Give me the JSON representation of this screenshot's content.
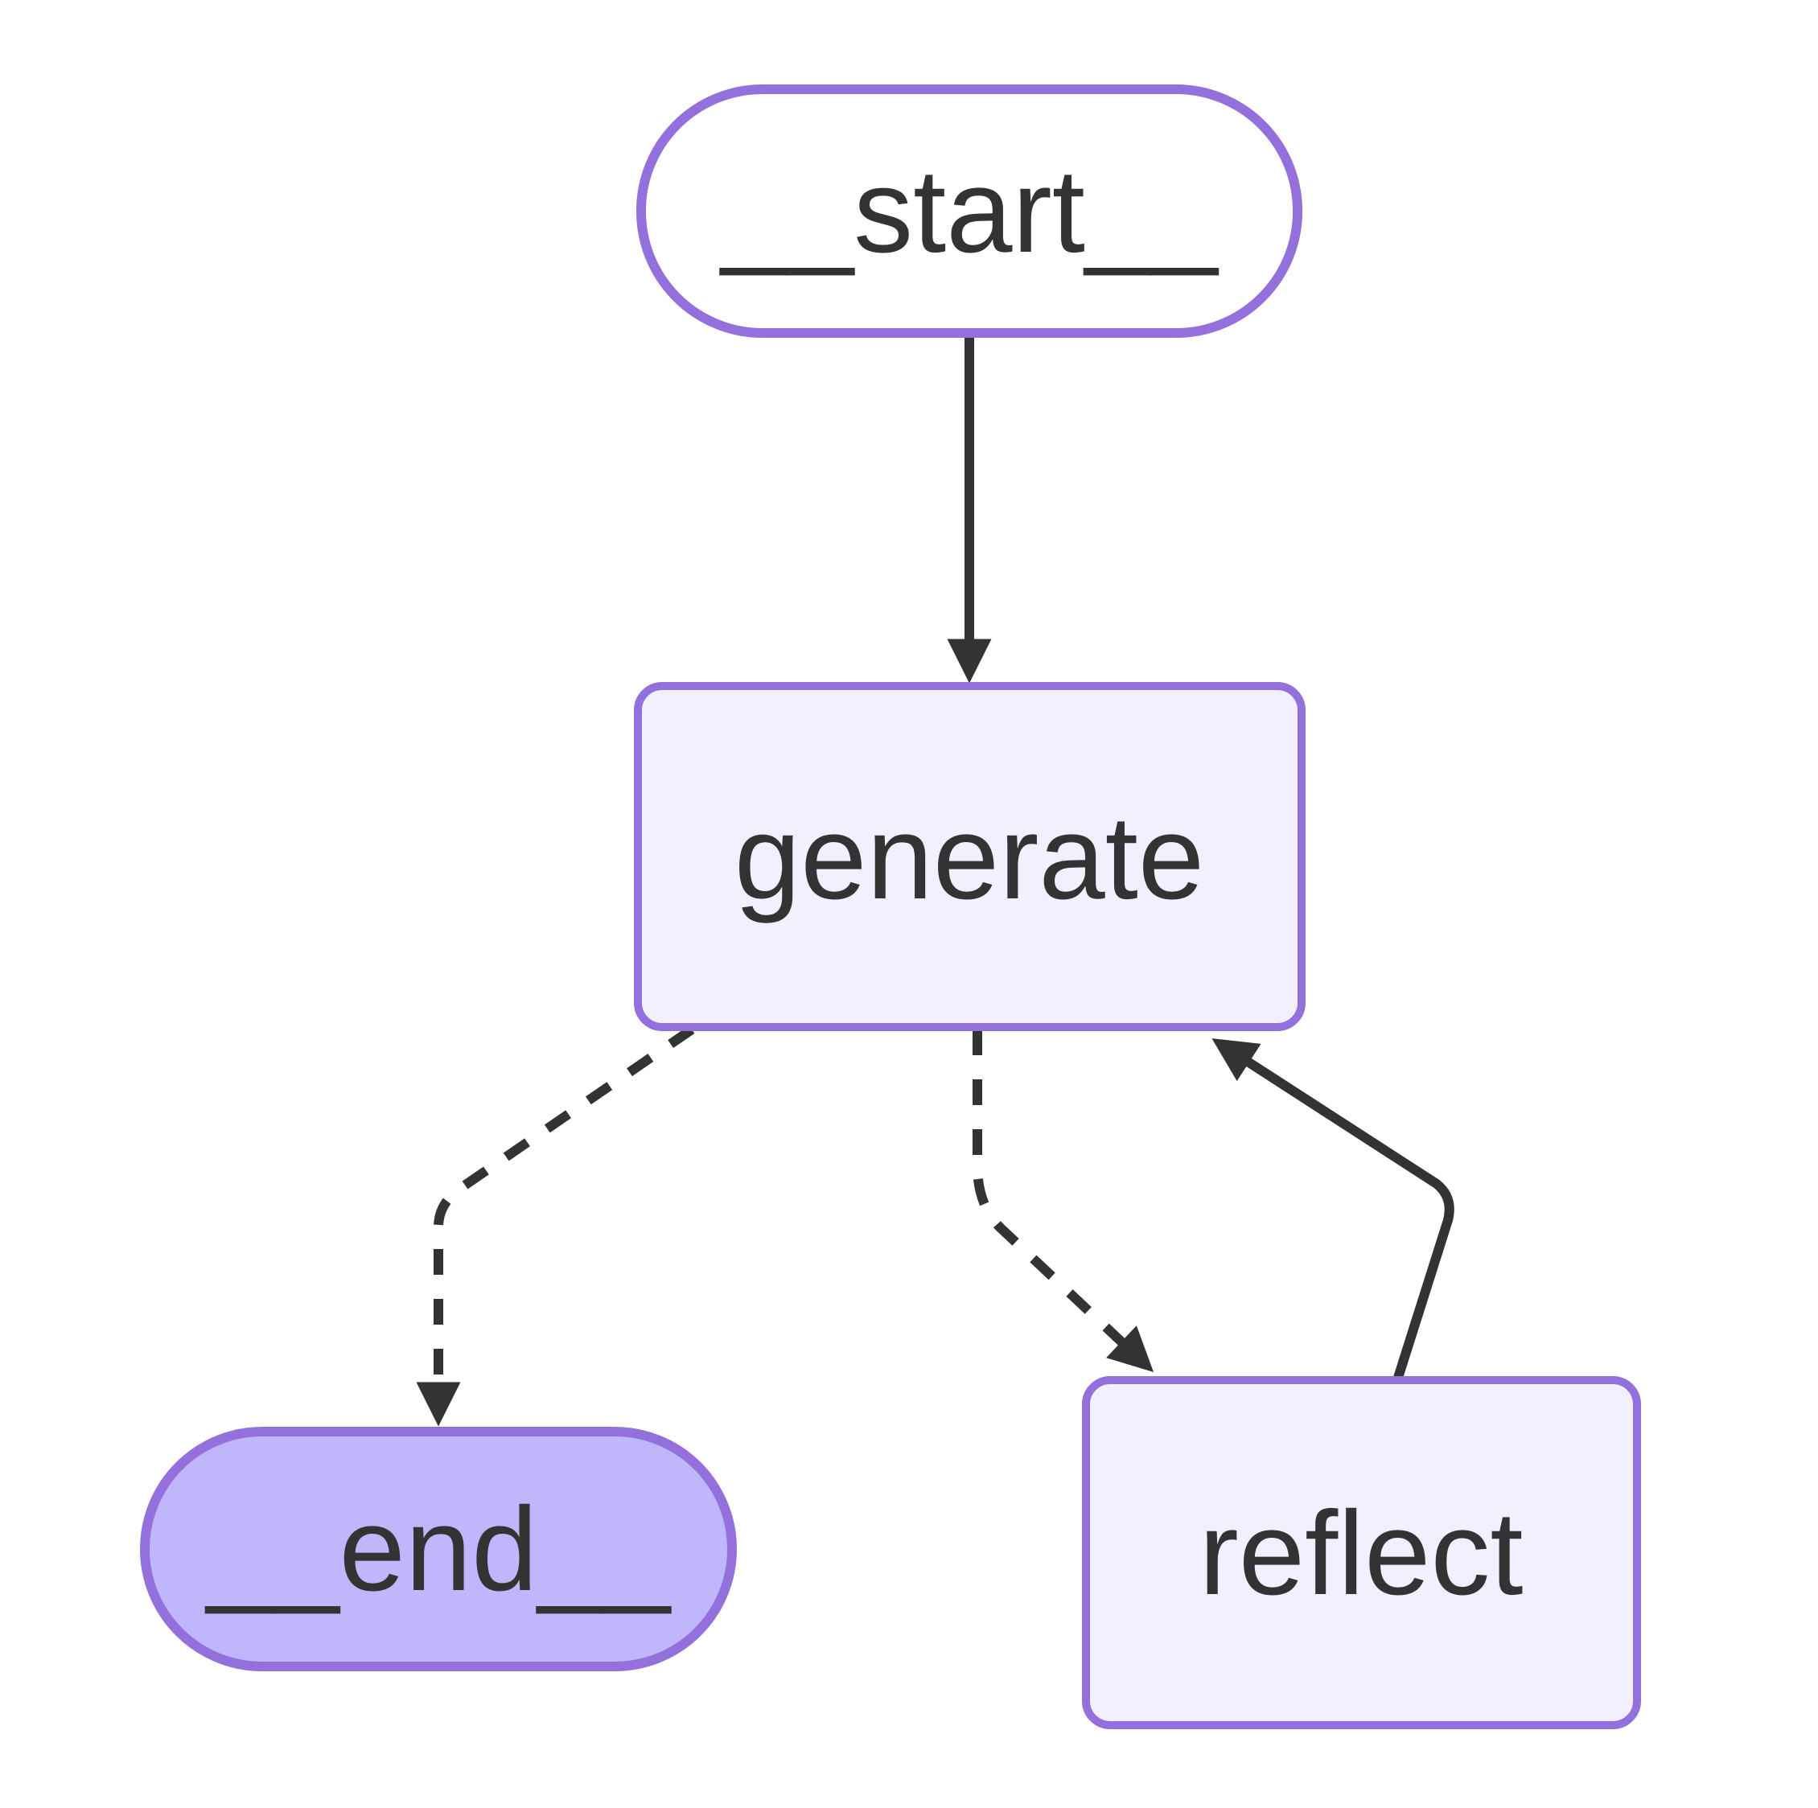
{
  "diagram": {
    "kind": "state-graph-flowchart",
    "orientation": "top-down",
    "nodes": [
      {
        "id": "__start__",
        "label": "__start__",
        "shape": "stadium",
        "fill": "#ffffff"
      },
      {
        "id": "generate",
        "label": "generate",
        "shape": "rect",
        "fill": "#f2f0ff"
      },
      {
        "id": "reflect",
        "label": "reflect",
        "shape": "rect",
        "fill": "#f2f0ff"
      },
      {
        "id": "__end__",
        "label": "__end__",
        "shape": "stadium",
        "fill": "#bfb6fc"
      }
    ],
    "edges": [
      {
        "from": "__start__",
        "to": "generate",
        "style": "solid"
      },
      {
        "from": "generate",
        "to": "__end__",
        "style": "dashed"
      },
      {
        "from": "generate",
        "to": "reflect",
        "style": "dashed"
      },
      {
        "from": "reflect",
        "to": "generate",
        "style": "solid"
      }
    ],
    "colors": {
      "node_border": "#9370db",
      "default_node_fill": "#f2f0ff",
      "start_node_fill": "#ffffff",
      "end_node_fill": "#bfb6fc",
      "edge": "#333333",
      "label_text": "#333333",
      "background": "#ffffff"
    }
  }
}
